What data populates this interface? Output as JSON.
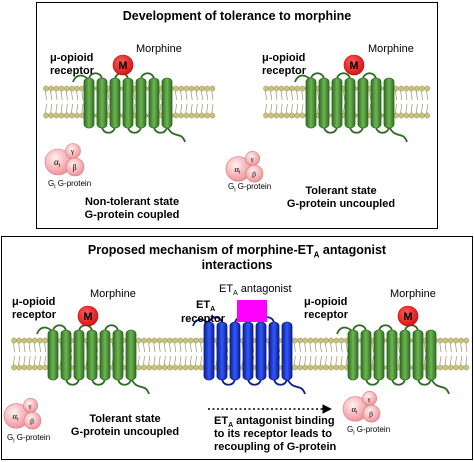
{
  "top_panel": {
    "title": "Development of tolerance to morphine",
    "left": {
      "receptor_label_l1": "μ-opioid",
      "receptor_label_l2": "receptor",
      "ligand": "Morphine",
      "ligand_badge": "M",
      "gprotein_label": "Gi G-protein",
      "gprotein_subunits": [
        "αi",
        "γ",
        "β"
      ],
      "state_l1": "Non-tolerant state",
      "state_l2": "G-protein coupled"
    },
    "right": {
      "receptor_label_l1": "μ-opioid",
      "receptor_label_l2": "receptor",
      "ligand": "Morphine",
      "ligand_badge": "M",
      "gprotein_label": "Gi G-protein",
      "gprotein_subunits": [
        "αi",
        "γ",
        "β"
      ],
      "state_l1": "Tolerant state",
      "state_l2": "G-protein uncoupled"
    }
  },
  "bottom_panel": {
    "title_l1": "Proposed mechanism of morphine-ETA antagonist",
    "title_l2": "interactions",
    "left_receptor_l1": "μ-opioid",
    "left_receptor_l2": "receptor",
    "left_ligand": "Morphine",
    "left_badge": "M",
    "eta_antagonist_label": "ETA antagonist",
    "eta_receptor_l1": "ETA",
    "eta_receptor_l2": "receptor",
    "right_receptor_l1": "μ-opioid",
    "right_receptor_l2": "receptor",
    "right_ligand": "Morphine",
    "right_badge": "M",
    "left_gprotein_label": "Gi G-protein",
    "right_gprotein_label": "Gi G-protein",
    "gprotein_subunits": [
      "αi",
      "γ",
      "β"
    ],
    "state_l1": "Tolerant state",
    "state_l2": "G-protein uncoupled",
    "arrow_text_l1": "ETA antagonist binding",
    "arrow_text_l2": "to its receptor leads to",
    "arrow_text_l3": "recoupling of G-protein"
  },
  "colors": {
    "membrane": "#c9c27a",
    "receptor_green": "#4f9a3c",
    "receptor_dark": "#2e6b22",
    "eta_blue": "#1f3fcf",
    "eta_dark": "#0b1f8a",
    "morphine_red": "#e31b1b",
    "antagonist_magenta": "#ff00ff",
    "gprotein_pink": "#f5a3a8"
  }
}
